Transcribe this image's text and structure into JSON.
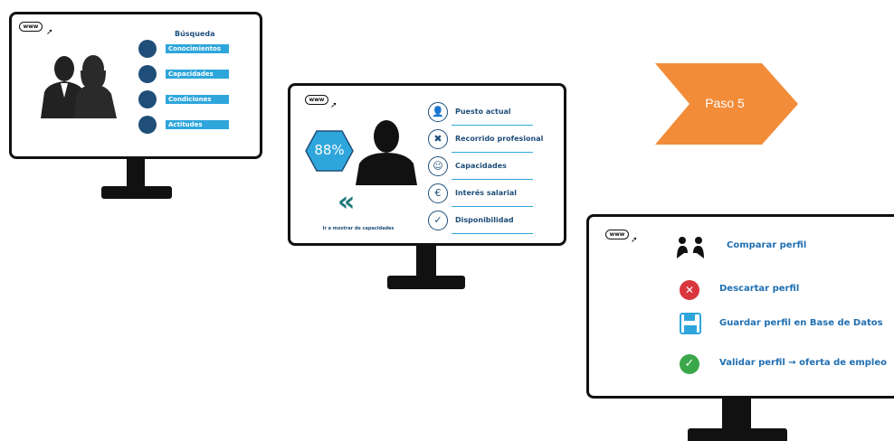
{
  "monitor1": {
    "www": "www",
    "category_title": "Búsqueda",
    "search_items": [
      "Conocimientos",
      "Capacidades",
      "Condiciones",
      "Actitudes"
    ]
  },
  "monitor2": {
    "www": "www",
    "match_percent": "88%",
    "back_link": "Ir a mostrar de capacidades",
    "items": [
      {
        "label": "Puesto actual"
      },
      {
        "label": "Recorrido profesional"
      },
      {
        "label": "Capacidades"
      },
      {
        "label": "Interés salarial"
      },
      {
        "label": "Disponibilidad"
      }
    ]
  },
  "step": {
    "label": "Paso 5",
    "color": "#f28c38"
  },
  "monitor3": {
    "www": "www",
    "actions": [
      {
        "label": "Comparar perfil",
        "icon": "compare-profiles-icon"
      },
      {
        "label": "Descartar perfil",
        "icon": "discard-icon",
        "color": "#d9363e"
      },
      {
        "label": "Guardar perfil en Base de Datos",
        "icon": "floppy-disk-icon",
        "color": "#2ea6dc"
      },
      {
        "label": "Validar perfil → oferta de empleo",
        "icon": "check-icon",
        "color": "#3aa84a"
      }
    ]
  }
}
